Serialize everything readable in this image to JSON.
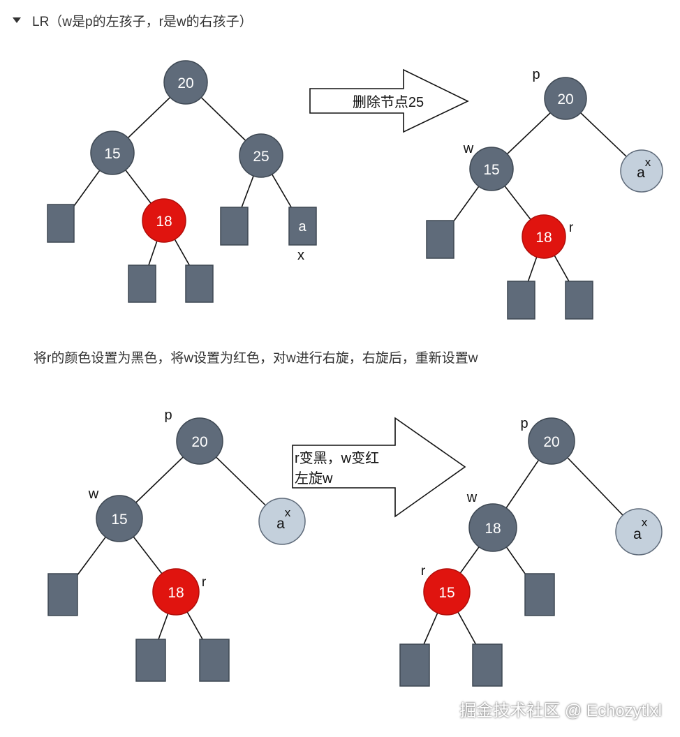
{
  "heading": "LR（w是p的左孩子，r是w的右孩子）",
  "caption": "将r的颜色设置为黑色，将w设置为红色，对w进行右旋，右旋后，重新设置w",
  "arrow1_label": "删除节点25",
  "arrow2_line1": "r变黑，w变红",
  "arrow2_line2": "左旋w",
  "watermark": "掘金技术社区 @ Echozytlxl",
  "colors": {
    "black_node": "#5f6b7a",
    "red_node": "#e0140f",
    "light_node": "#c4d0dc",
    "edge": "#111111",
    "node_border": "#3e4853"
  },
  "trees": {
    "t1": {
      "n20": "20",
      "n15": "15",
      "n25": "25",
      "n18": "18",
      "leaf_a": "a",
      "label_x": "x"
    },
    "t2": {
      "n20": "20",
      "n15": "15",
      "n18": "18",
      "node_a": "a",
      "label_x": "x",
      "label_p": "p",
      "label_w": "w",
      "label_r": "r"
    },
    "t3": {
      "n20": "20",
      "n15": "15",
      "n18": "18",
      "node_a": "a",
      "label_x": "x",
      "label_p": "p",
      "label_w": "w",
      "label_r": "r"
    },
    "t4": {
      "n20": "20",
      "n18": "18",
      "n15": "15",
      "node_a": "a",
      "label_x": "x",
      "label_p": "p",
      "label_w": "w",
      "label_r": "r"
    }
  }
}
